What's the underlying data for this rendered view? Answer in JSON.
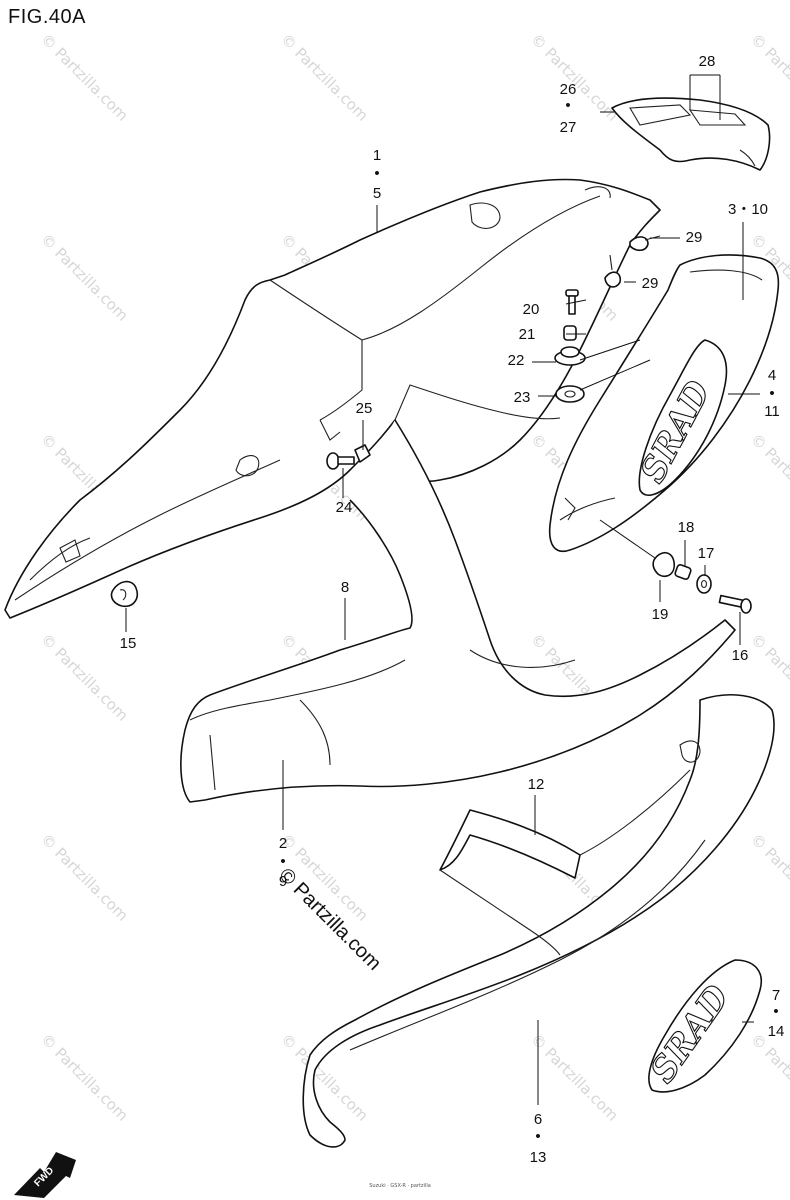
{
  "figure": {
    "title": "FIG.40A"
  },
  "watermark": {
    "text": "© Partzilla.com",
    "center_text": "© Partzilla.com"
  },
  "callouts": [
    {
      "id": "c-1-5",
      "lines": [
        "1",
        "•",
        "5"
      ]
    },
    {
      "id": "c-26-27",
      "lines": [
        "26",
        "•",
        "27"
      ]
    },
    {
      "id": "c-28",
      "lines": [
        "28"
      ]
    },
    {
      "id": "c-3-10",
      "lines": [
        "3・10"
      ]
    },
    {
      "id": "c-29a",
      "lines": [
        "29"
      ]
    },
    {
      "id": "c-29b",
      "lines": [
        "29"
      ]
    },
    {
      "id": "c-20",
      "lines": [
        "20"
      ]
    },
    {
      "id": "c-21",
      "lines": [
        "21"
      ]
    },
    {
      "id": "c-22",
      "lines": [
        "22"
      ]
    },
    {
      "id": "c-23",
      "lines": [
        "23"
      ]
    },
    {
      "id": "c-4-11",
      "lines": [
        "4",
        "•",
        "11"
      ]
    },
    {
      "id": "c-25",
      "lines": [
        "25"
      ]
    },
    {
      "id": "c-24",
      "lines": [
        "24"
      ]
    },
    {
      "id": "c-18",
      "lines": [
        "18"
      ]
    },
    {
      "id": "c-17",
      "lines": [
        "17"
      ]
    },
    {
      "id": "c-19",
      "lines": [
        "19"
      ]
    },
    {
      "id": "c-16",
      "lines": [
        "16"
      ]
    },
    {
      "id": "c-15",
      "lines": [
        "15"
      ]
    },
    {
      "id": "c-8",
      "lines": [
        "8"
      ]
    },
    {
      "id": "c-12",
      "lines": [
        "12"
      ]
    },
    {
      "id": "c-2-9",
      "lines": [
        "2",
        "•",
        "9"
      ]
    },
    {
      "id": "c-7-14",
      "lines": [
        "7",
        "•",
        "14"
      ]
    },
    {
      "id": "c-6-13",
      "lines": [
        "6",
        "•",
        "13"
      ]
    }
  ],
  "fwd_label": "FWD",
  "emblem_text": "SRAD",
  "footer_note": "Suzuki · GSX-R · partzilla"
}
